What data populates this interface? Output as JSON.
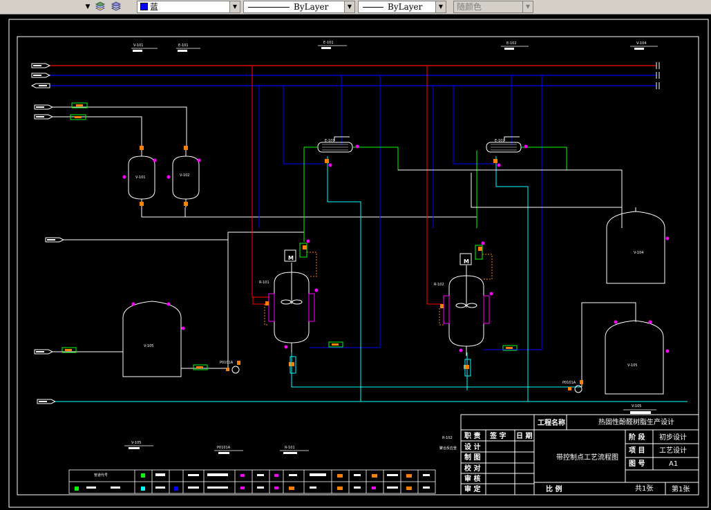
{
  "toolbar": {
    "layer_combo_arrow": "▼",
    "color": {
      "name": "蓝",
      "swatch": "#0000ff"
    },
    "linetype": {
      "value": "ByLayer"
    },
    "lineweight": {
      "value": "ByLayer"
    },
    "plotstyle": {
      "value": "随颜色"
    }
  },
  "drawing": {
    "colors": {
      "red": "#ff0000",
      "blue": "#0000ff",
      "cyan": "#00ffff",
      "green": "#00ff00",
      "white": "#ffffff",
      "magenta": "#ff00ff",
      "orange": "#ff8000"
    },
    "equipment_tags": {
      "v101_top": "V-101",
      "e101_top": "E-101",
      "e101b_top": "E-101",
      "e102_top": "E-102",
      "v104_top": "V-104",
      "v101": "V-101",
      "v102": "V-102",
      "v104": "V-104",
      "v105_left": "V-105",
      "v105_right": "V-105",
      "r101": "R-101",
      "r102": "R-102",
      "e101": "E-101",
      "e102": "E-102",
      "pump_left": "P0101A",
      "pump_right": "P0101A",
      "v105_bottom": "V-105",
      "legend_v105": "V-105",
      "legend_p0101a": "P0101A",
      "legend_r101": "R-101",
      "legend_r102": "R-102",
      "legend_r102_sub": "聚合反应釜",
      "legend_head": "管道代号"
    },
    "motor_symbol": "M"
  },
  "title_block": {
    "project_label": "工程名称",
    "project_value": "热固性酚醛树脂生产设计",
    "roles": [
      "职 责",
      "设 计",
      "制 图",
      "校 对",
      "审 核",
      "审 定"
    ],
    "sig_headers": [
      "签 字",
      "日 期"
    ],
    "drawing_title": "带控制点工艺流程图",
    "scale_label": "比 例",
    "stage_label": "阶 段",
    "stage_value": "初步设计",
    "item_label": "项 目",
    "item_value": "工艺设计",
    "drawing_no_label": "图 号",
    "drawing_no_value": "A1",
    "total_sheets": "共1张",
    "sheet_no": "第1张"
  }
}
